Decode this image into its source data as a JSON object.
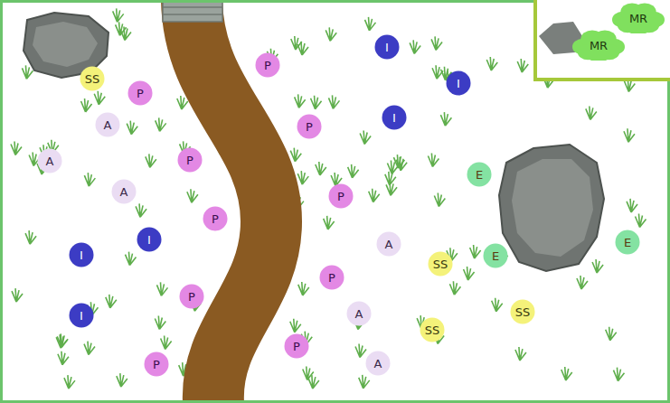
{
  "diagram": {
    "nodes": [
      {
        "text": [
          "MR"
        ]
      },
      {
        "text": [
          "MR"
        ]
      },
      {
        "text": [
          "I"
        ]
      },
      {
        "text": [
          "P"
        ]
      },
      {
        "text": [
          "SS"
        ]
      },
      {
        "text": [
          "I"
        ]
      },
      {
        "text": [
          "P"
        ]
      },
      {
        "text": [
          "I"
        ]
      },
      {
        "text": [
          "A"
        ]
      },
      {
        "text": [
          "P"
        ]
      },
      {
        "text": [
          "P"
        ]
      },
      {
        "text": [
          "A"
        ]
      },
      {
        "text": [
          "E"
        ]
      },
      {
        "text": [
          "A"
        ]
      },
      {
        "text": [
          "P"
        ]
      },
      {
        "text": [
          "P"
        ]
      },
      {
        "text": [
          "I"
        ]
      },
      {
        "text": [
          "E"
        ]
      },
      {
        "text": [
          "A"
        ]
      },
      {
        "text": [
          "I"
        ]
      },
      {
        "text": [
          "E"
        ]
      },
      {
        "text": [
          "SS"
        ]
      },
      {
        "text": [
          "P"
        ]
      },
      {
        "text": [
          "P"
        ]
      },
      {
        "text": [
          "SS"
        ]
      },
      {
        "text": [
          "A"
        ]
      },
      {
        "text": [
          "I"
        ]
      },
      {
        "text": [
          "SS"
        ]
      },
      {
        "text": [
          "P"
        ]
      },
      {
        "text": [
          "P"
        ]
      },
      {
        "text": [
          "A"
        ]
      }
    ]
  }
}
